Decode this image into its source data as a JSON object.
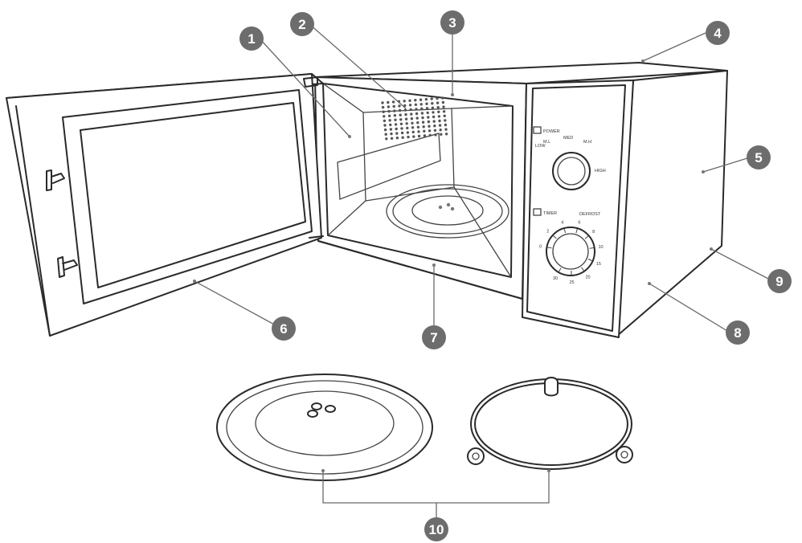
{
  "callouts": [
    "1",
    "2",
    "3",
    "4",
    "5",
    "6",
    "7",
    "8",
    "9",
    "10"
  ],
  "control_panel": {
    "power_label": "POWER",
    "timer_label": "TIMER",
    "power_levels": [
      "LOW",
      "M.L",
      "MED",
      "M.H",
      "HIGH"
    ],
    "defrost_label": "DEFROST",
    "timer_marks": [
      "0",
      "2",
      "4",
      "6",
      "8",
      "10",
      "15",
      "20",
      "25",
      "30"
    ]
  }
}
